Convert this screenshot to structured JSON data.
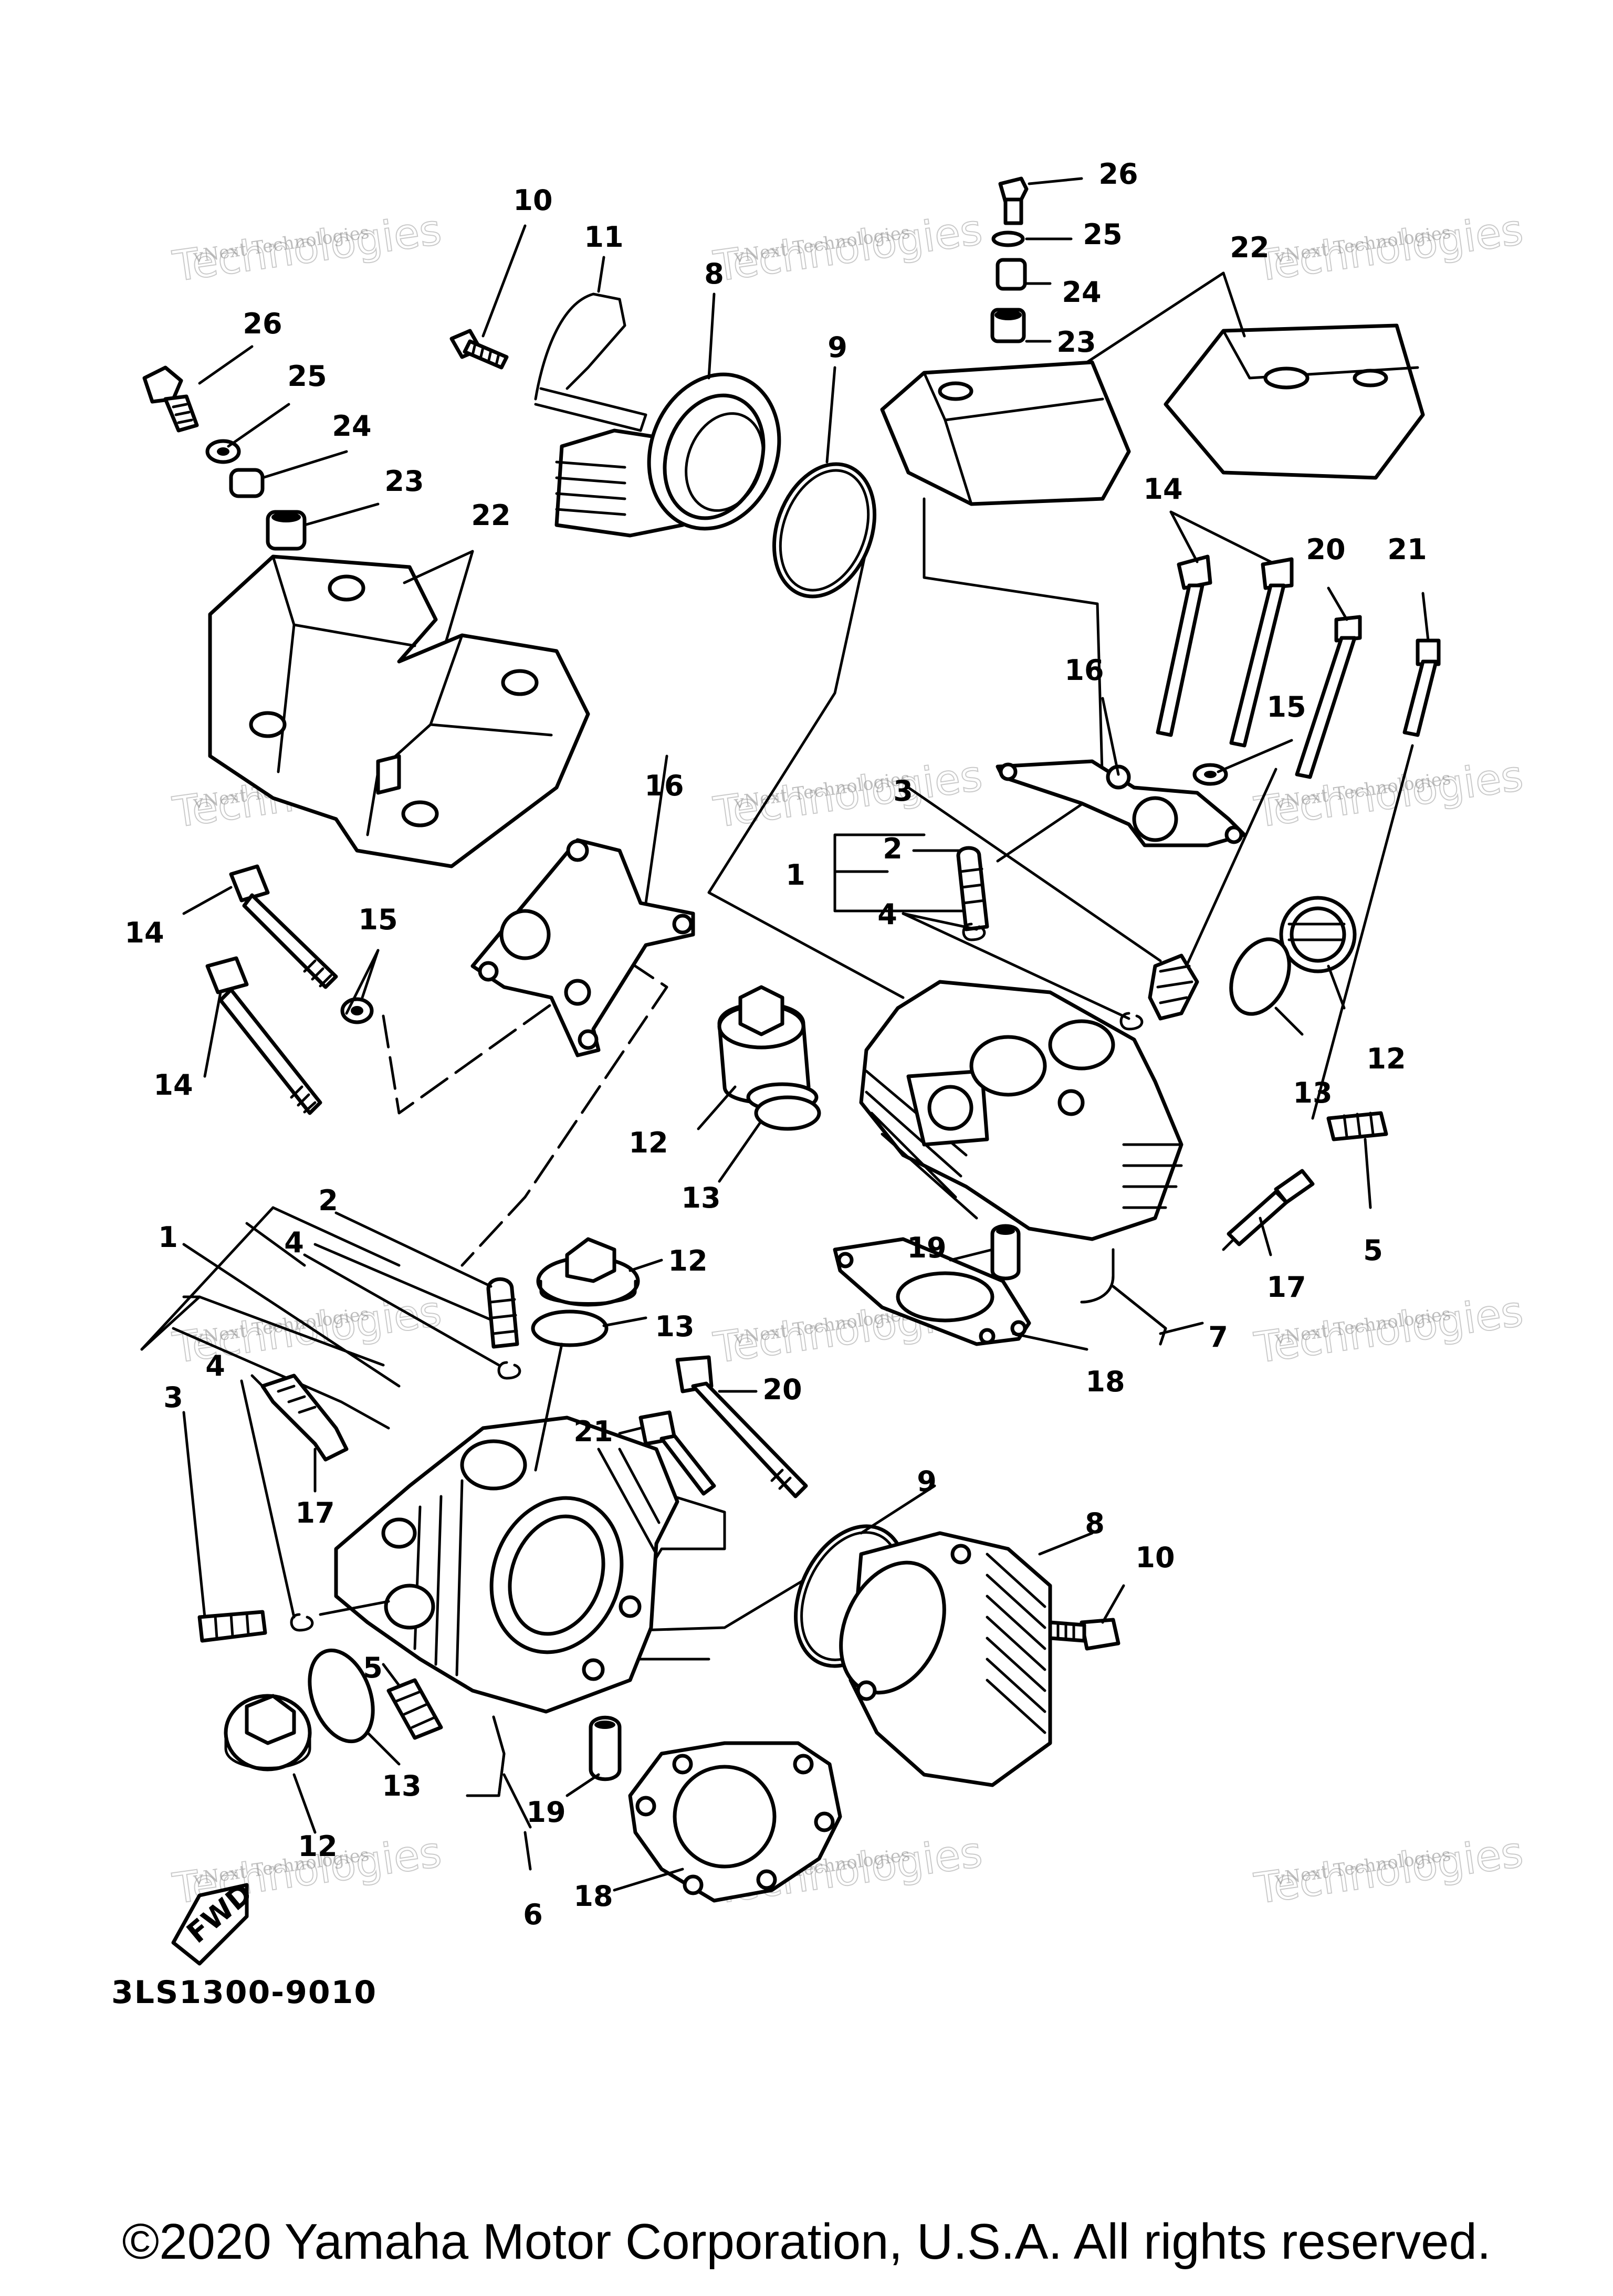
{
  "diagram": {
    "part_code": "3LS1300-9010",
    "copyright": "©2020 Yamaha Motor Corporation, U.S.A. All rights reserved.",
    "fwd_label": "FWD",
    "watermark": {
      "line1": "vNext Technologies",
      "line2": "Technologies",
      "line3": "vNext"
    },
    "callouts": [
      {
        "id": "c-10a",
        "label": "10"
      },
      {
        "id": "c-11",
        "label": "11"
      },
      {
        "id": "c-8a",
        "label": "8"
      },
      {
        "id": "c-9a",
        "label": "9"
      },
      {
        "id": "c-26a",
        "label": "26"
      },
      {
        "id": "c-25a",
        "label": "25"
      },
      {
        "id": "c-24a",
        "label": "24"
      },
      {
        "id": "c-23a",
        "label": "23"
      },
      {
        "id": "c-22a",
        "label": "22"
      },
      {
        "id": "c-26b",
        "label": "26"
      },
      {
        "id": "c-25b",
        "label": "25"
      },
      {
        "id": "c-24b",
        "label": "24"
      },
      {
        "id": "c-23b",
        "label": "23"
      },
      {
        "id": "c-22b",
        "label": "22"
      },
      {
        "id": "c-14a",
        "label": "14"
      },
      {
        "id": "c-20a",
        "label": "20"
      },
      {
        "id": "c-21a",
        "label": "21"
      },
      {
        "id": "c-16a",
        "label": "16"
      },
      {
        "id": "c-15a",
        "label": "15"
      },
      {
        "id": "c-3a",
        "label": "3"
      },
      {
        "id": "c-2a",
        "label": "2"
      },
      {
        "id": "c-1a",
        "label": "1"
      },
      {
        "id": "c-4a",
        "label": "4"
      },
      {
        "id": "c-12a",
        "label": "12"
      },
      {
        "id": "c-13a",
        "label": "13"
      },
      {
        "id": "c-12b",
        "label": "12"
      },
      {
        "id": "c-13b",
        "label": "13"
      },
      {
        "id": "c-5a",
        "label": "5"
      },
      {
        "id": "c-17a",
        "label": "17"
      },
      {
        "id": "c-19a",
        "label": "19"
      },
      {
        "id": "c-7",
        "label": "7"
      },
      {
        "id": "c-18a",
        "label": "18"
      },
      {
        "id": "c-16b",
        "label": "16"
      },
      {
        "id": "c-14b",
        "label": "14"
      },
      {
        "id": "c-15b",
        "label": "15"
      },
      {
        "id": "c-14c",
        "label": "14"
      },
      {
        "id": "c-2b",
        "label": "2"
      },
      {
        "id": "c-4b",
        "label": "4"
      },
      {
        "id": "c-1b",
        "label": "1"
      },
      {
        "id": "c-12c",
        "label": "12"
      },
      {
        "id": "c-13c",
        "label": "13"
      },
      {
        "id": "c-4c",
        "label": "4"
      },
      {
        "id": "c-3b",
        "label": "3"
      },
      {
        "id": "c-20b",
        "label": "20"
      },
      {
        "id": "c-21b",
        "label": "21"
      },
      {
        "id": "c-17b",
        "label": "17"
      },
      {
        "id": "c-9b",
        "label": "9"
      },
      {
        "id": "c-8b",
        "label": "8"
      },
      {
        "id": "c-10b",
        "label": "10"
      },
      {
        "id": "c-5b",
        "label": "5"
      },
      {
        "id": "c-13d",
        "label": "13"
      },
      {
        "id": "c-12d",
        "label": "12"
      },
      {
        "id": "c-19b",
        "label": "19"
      },
      {
        "id": "c-6",
        "label": "6"
      },
      {
        "id": "c-18b",
        "label": "18"
      }
    ]
  }
}
